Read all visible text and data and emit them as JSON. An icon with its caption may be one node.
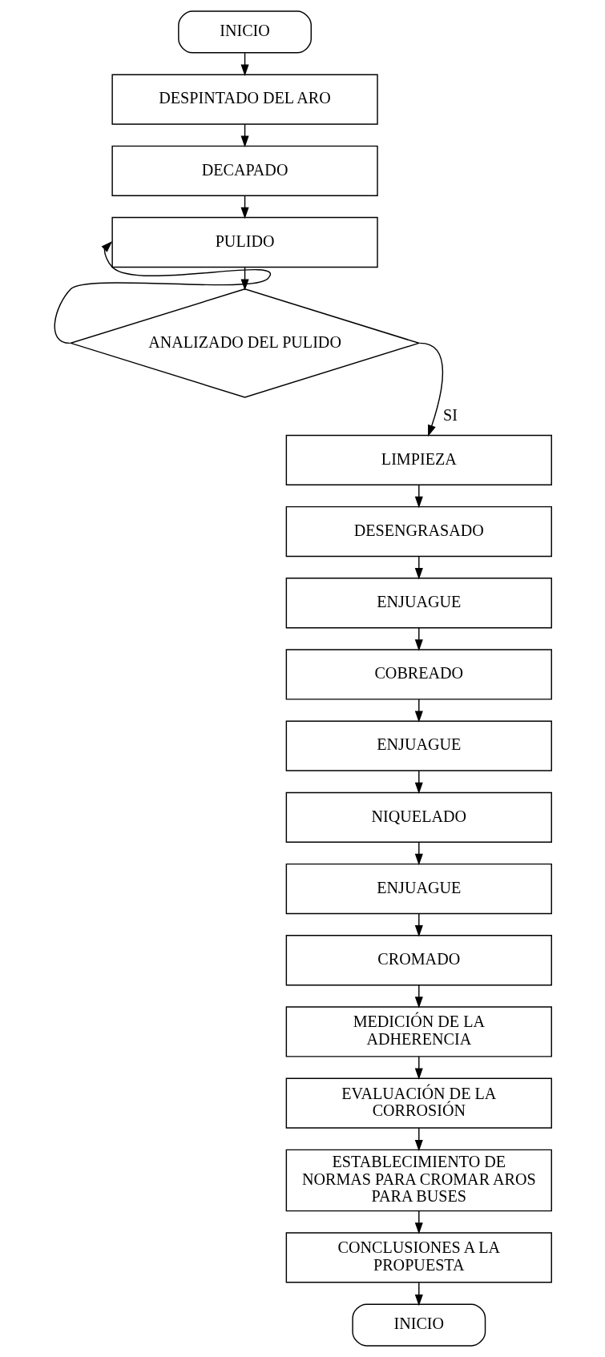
{
  "diagram": {
    "nodes": [
      {
        "text": [
          "INICIO"
        ]
      },
      {
        "text": [
          "DESPINTADO DEL ARO"
        ]
      },
      {
        "text": [
          "DECAPADO"
        ]
      },
      {
        "text": [
          "PULIDO"
        ]
      },
      {
        "text": [
          "ANALIZADO DEL PULIDO"
        ]
      },
      {
        "text": [
          "LIMPIEZA"
        ]
      },
      {
        "text": [
          "DESENGRASADO"
        ]
      },
      {
        "text": [
          "ENJUAGUE"
        ]
      },
      {
        "text": [
          "COBREADO"
        ]
      },
      {
        "text": [
          "ENJUAGUE"
        ]
      },
      {
        "text": [
          "NIQUELADO"
        ]
      },
      {
        "text": [
          "ENJUAGUE"
        ]
      },
      {
        "text": [
          "CROMADO"
        ]
      },
      {
        "text": [
          "MEDICIÓN DE LA ADHERENCIA"
        ]
      },
      {
        "text": [
          "EVALUACIÓN DE LA CORROSIÓN"
        ]
      },
      {
        "text": [
          "ESTABLECIMIENTO DE NORMAS PARA CROMAR AROS PARA BUSES"
        ]
      },
      {
        "text": [
          "CONCLUSIONES A LA PROPUESTA"
        ]
      },
      {
        "text": [
          "INICIO"
        ]
      }
    ],
    "edges": [
      {
        "from": 0,
        "to": 1,
        "arrow": "to"
      },
      {
        "from": 1,
        "to": 2,
        "arrow": "to"
      },
      {
        "from": 2,
        "to": 3,
        "arrow": "to"
      },
      {
        "from": 3,
        "to": 4,
        "arrow": "to"
      },
      {
        "from": 4,
        "to": 3,
        "arrow": "to"
      },
      {
        "from": 4,
        "to": 5,
        "arrow": "to",
        "label": "SI"
      },
      {
        "from": 5,
        "to": 6,
        "arrow": "to"
      },
      {
        "from": 6,
        "to": 7,
        "arrow": "to"
      },
      {
        "from": 7,
        "to": 8,
        "arrow": "to"
      },
      {
        "from": 8,
        "to": 9,
        "arrow": "to"
      },
      {
        "from": 9,
        "to": 10,
        "arrow": "to"
      },
      {
        "from": 10,
        "to": 11,
        "arrow": "to"
      },
      {
        "from": 11,
        "to": 12,
        "arrow": "to"
      },
      {
        "from": 12,
        "to": 13,
        "arrow": "to"
      },
      {
        "from": 13,
        "to": 14,
        "arrow": "to"
      },
      {
        "from": 14,
        "to": 15,
        "arrow": "to"
      },
      {
        "from": 15,
        "to": 16,
        "arrow": "to"
      },
      {
        "from": 16,
        "to": 17,
        "arrow": "to"
      }
    ]
  }
}
